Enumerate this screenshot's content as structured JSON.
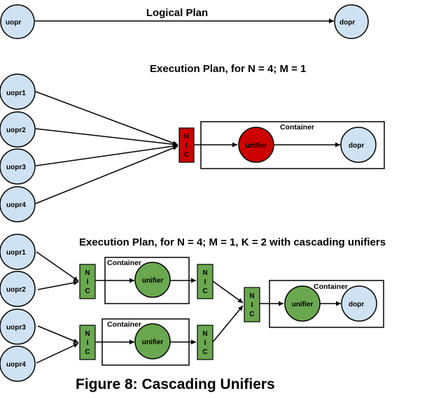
{
  "colors": {
    "operator_fill": "#cfe2f3",
    "red_fill": "#cc0000",
    "green_fill": "#6aa84f",
    "stroke": "#000000"
  },
  "logical_plan": {
    "title": "Logical Plan",
    "upstream": "uopr",
    "downstream": "dopr"
  },
  "execution_plan_1": {
    "title": "Execution Plan, for N = 4; M = 1",
    "upstreams": [
      "uopr1",
      "uopr2",
      "uopr3",
      "uopr4"
    ],
    "nic_letters": [
      "N",
      "I",
      "C"
    ],
    "container_label": "Container",
    "unifier": "unifier",
    "downstream": "dopr"
  },
  "execution_plan_2": {
    "title": "Execution Plan, for N = 4; M = 1, K = 2 with cascading unifiers",
    "upstreams": [
      "uopr1",
      "uopr2",
      "uopr3",
      "uopr4"
    ],
    "nic_letters": [
      "N",
      "I",
      "C"
    ],
    "container_label": "Container",
    "unifier": "unifier",
    "downstream": "dopr"
  },
  "caption": "Figure 8: Cascading Unifiers"
}
